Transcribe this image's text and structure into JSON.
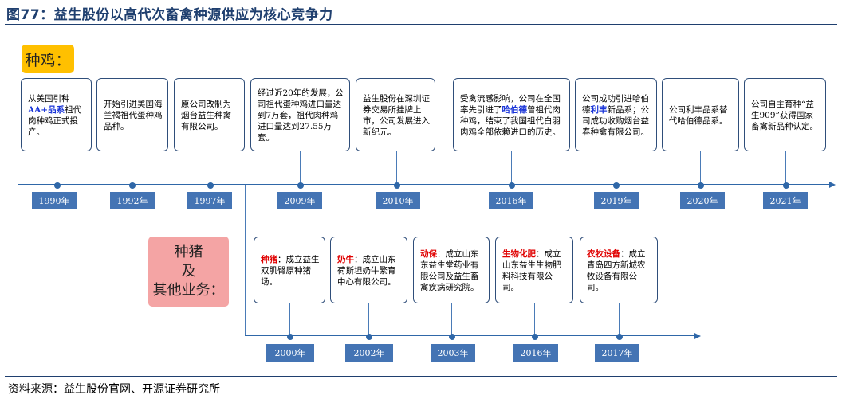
{
  "title": "图77：益生股份以高代次畜禽种源供应为核心竞争力",
  "source": "资料来源：益生股份官网、开源证券研究所",
  "categories": {
    "chicken": "种鸡：",
    "pig_line1": "种猪",
    "pig_line2": "及",
    "pig_line3": "其他业务："
  },
  "chicken_events": [
    {
      "year": "1990年",
      "pre": "从美国引种",
      "hl": "AA+品系",
      "post": "祖代肉种鸡正式投产。"
    },
    {
      "year": "1992年",
      "pre": "开始引进美国海兰褐祖代蛋种鸡品种。",
      "hl": "",
      "post": ""
    },
    {
      "year": "1997年",
      "pre": "原公司改制为烟台益生种禽有限公司。",
      "hl": "",
      "post": ""
    },
    {
      "year": "2009年",
      "pre": "经过近20年的发展，公司祖代蛋种鸡进口量达到7万套，祖代肉种鸡进口量达到27.55万套。",
      "hl": "",
      "post": ""
    },
    {
      "year": "2010年",
      "pre": "益生股份在深圳证券交易所挂牌上市，公司发展进入新纪元。",
      "hl": "",
      "post": ""
    },
    {
      "year": "2016年",
      "pre": "受禽流感影响，公司在全国率先引进了",
      "hl": "哈伯德",
      "post": "曾祖代肉种鸡，结束了我国祖代白羽肉鸡全部依赖进口的历史。"
    },
    {
      "year": "2019年",
      "pre": "公司成功引进哈伯德",
      "hl": "利丰",
      "post": "新品系；公司成功收购烟台益春种禽有限公司。"
    },
    {
      "year": "2020年",
      "pre": "公司利丰品系替代哈伯德品系。",
      "hl": "",
      "post": ""
    },
    {
      "year": "2021年",
      "pre": "公司自主育种“益生909”获得国家畜禽新品种认定。",
      "hl": "",
      "post": ""
    }
  ],
  "other_events": [
    {
      "year": "2000年",
      "hl": "种猪",
      "post": "：成立益生双肌臀原种猪场。"
    },
    {
      "year": "2002年",
      "hl": "奶牛",
      "post": "：成立山东荷斯坦奶牛繁育中心有限公司。"
    },
    {
      "year": "2003年",
      "hl": "动保",
      "post": "：成立山东东益生堂药业有限公司及益生畜禽疾病研究院。"
    },
    {
      "year": "2016年",
      "hl": "生物化肥",
      "post": "：成立山东益生生物肥料科技有限公司。"
    },
    {
      "year": "2017年",
      "hl": "农牧设备",
      "post": "：成立青岛四方新城农牧设备有限公司。"
    }
  ]
}
